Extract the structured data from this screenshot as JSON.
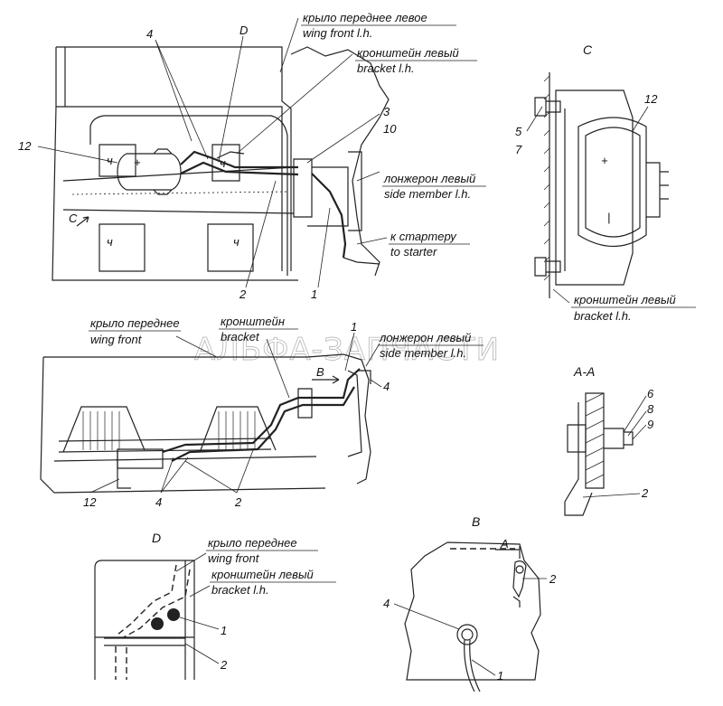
{
  "watermark": "АЛЬФА-ЗАПЧАСТИ",
  "views": {
    "top": {
      "wing_ru": "крыло переднее левое",
      "wing_en": "wing front l.h.",
      "bracket_ru": "кронштейн левый",
      "bracket_en": "bracket l.h.",
      "member_ru": "лонжерон левый",
      "member_en": "side member l.h.",
      "starter_ru": "к стартеру",
      "starter_en": "to starter",
      "callouts": [
        "4",
        "D",
        "12",
        "3",
        "10",
        "C",
        "2",
        "1"
      ]
    },
    "side": {
      "wing_ru": "крыло переднее",
      "wing_en": "wing front",
      "bracket_ru": "кронштейн",
      "bracket_en": "bracket",
      "member_ru": "лонжерон левый",
      "member_en": "side member l.h.",
      "callouts": [
        "1",
        "B",
        "4",
        "12",
        "4",
        "2"
      ]
    },
    "C": {
      "title": "C",
      "bracket_ru": "кронштейн левый",
      "bracket_en": "bracket l.h.",
      "callouts": [
        "12",
        "5",
        "7"
      ]
    },
    "AA": {
      "title": "A-A",
      "callouts": [
        "6",
        "8",
        "9",
        "2"
      ]
    },
    "D": {
      "title": "D",
      "wing_ru": "крыло переднее",
      "wing_en": "wing front",
      "bracket_ru": "кронштейн левый",
      "bracket_en": "bracket l.h.",
      "callouts": [
        "1",
        "2"
      ]
    },
    "B": {
      "title": "B",
      "section_mark": "A",
      "callouts": [
        "2",
        "4",
        "1"
      ]
    }
  }
}
